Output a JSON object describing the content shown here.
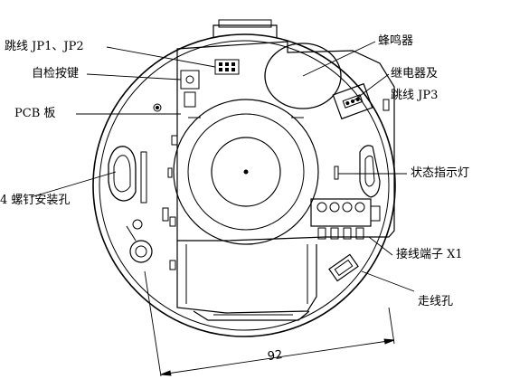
{
  "labels": {
    "jumper_jp1_jp2": "跳线 JP1、JP2",
    "self_test_button": "自检按键",
    "pcb_board": "PCB 板",
    "screw_holes": "4 螺钉安装孔",
    "buzzer": "蜂鸣器",
    "relay_jp3_line1": "继电器及",
    "relay_jp3_line2": "跳线 JP3",
    "status_led": "状态指示灯",
    "terminal_x1": "接线端子 X1",
    "cable_hole": "走线孔"
  },
  "dimension": {
    "diameter": "92"
  }
}
